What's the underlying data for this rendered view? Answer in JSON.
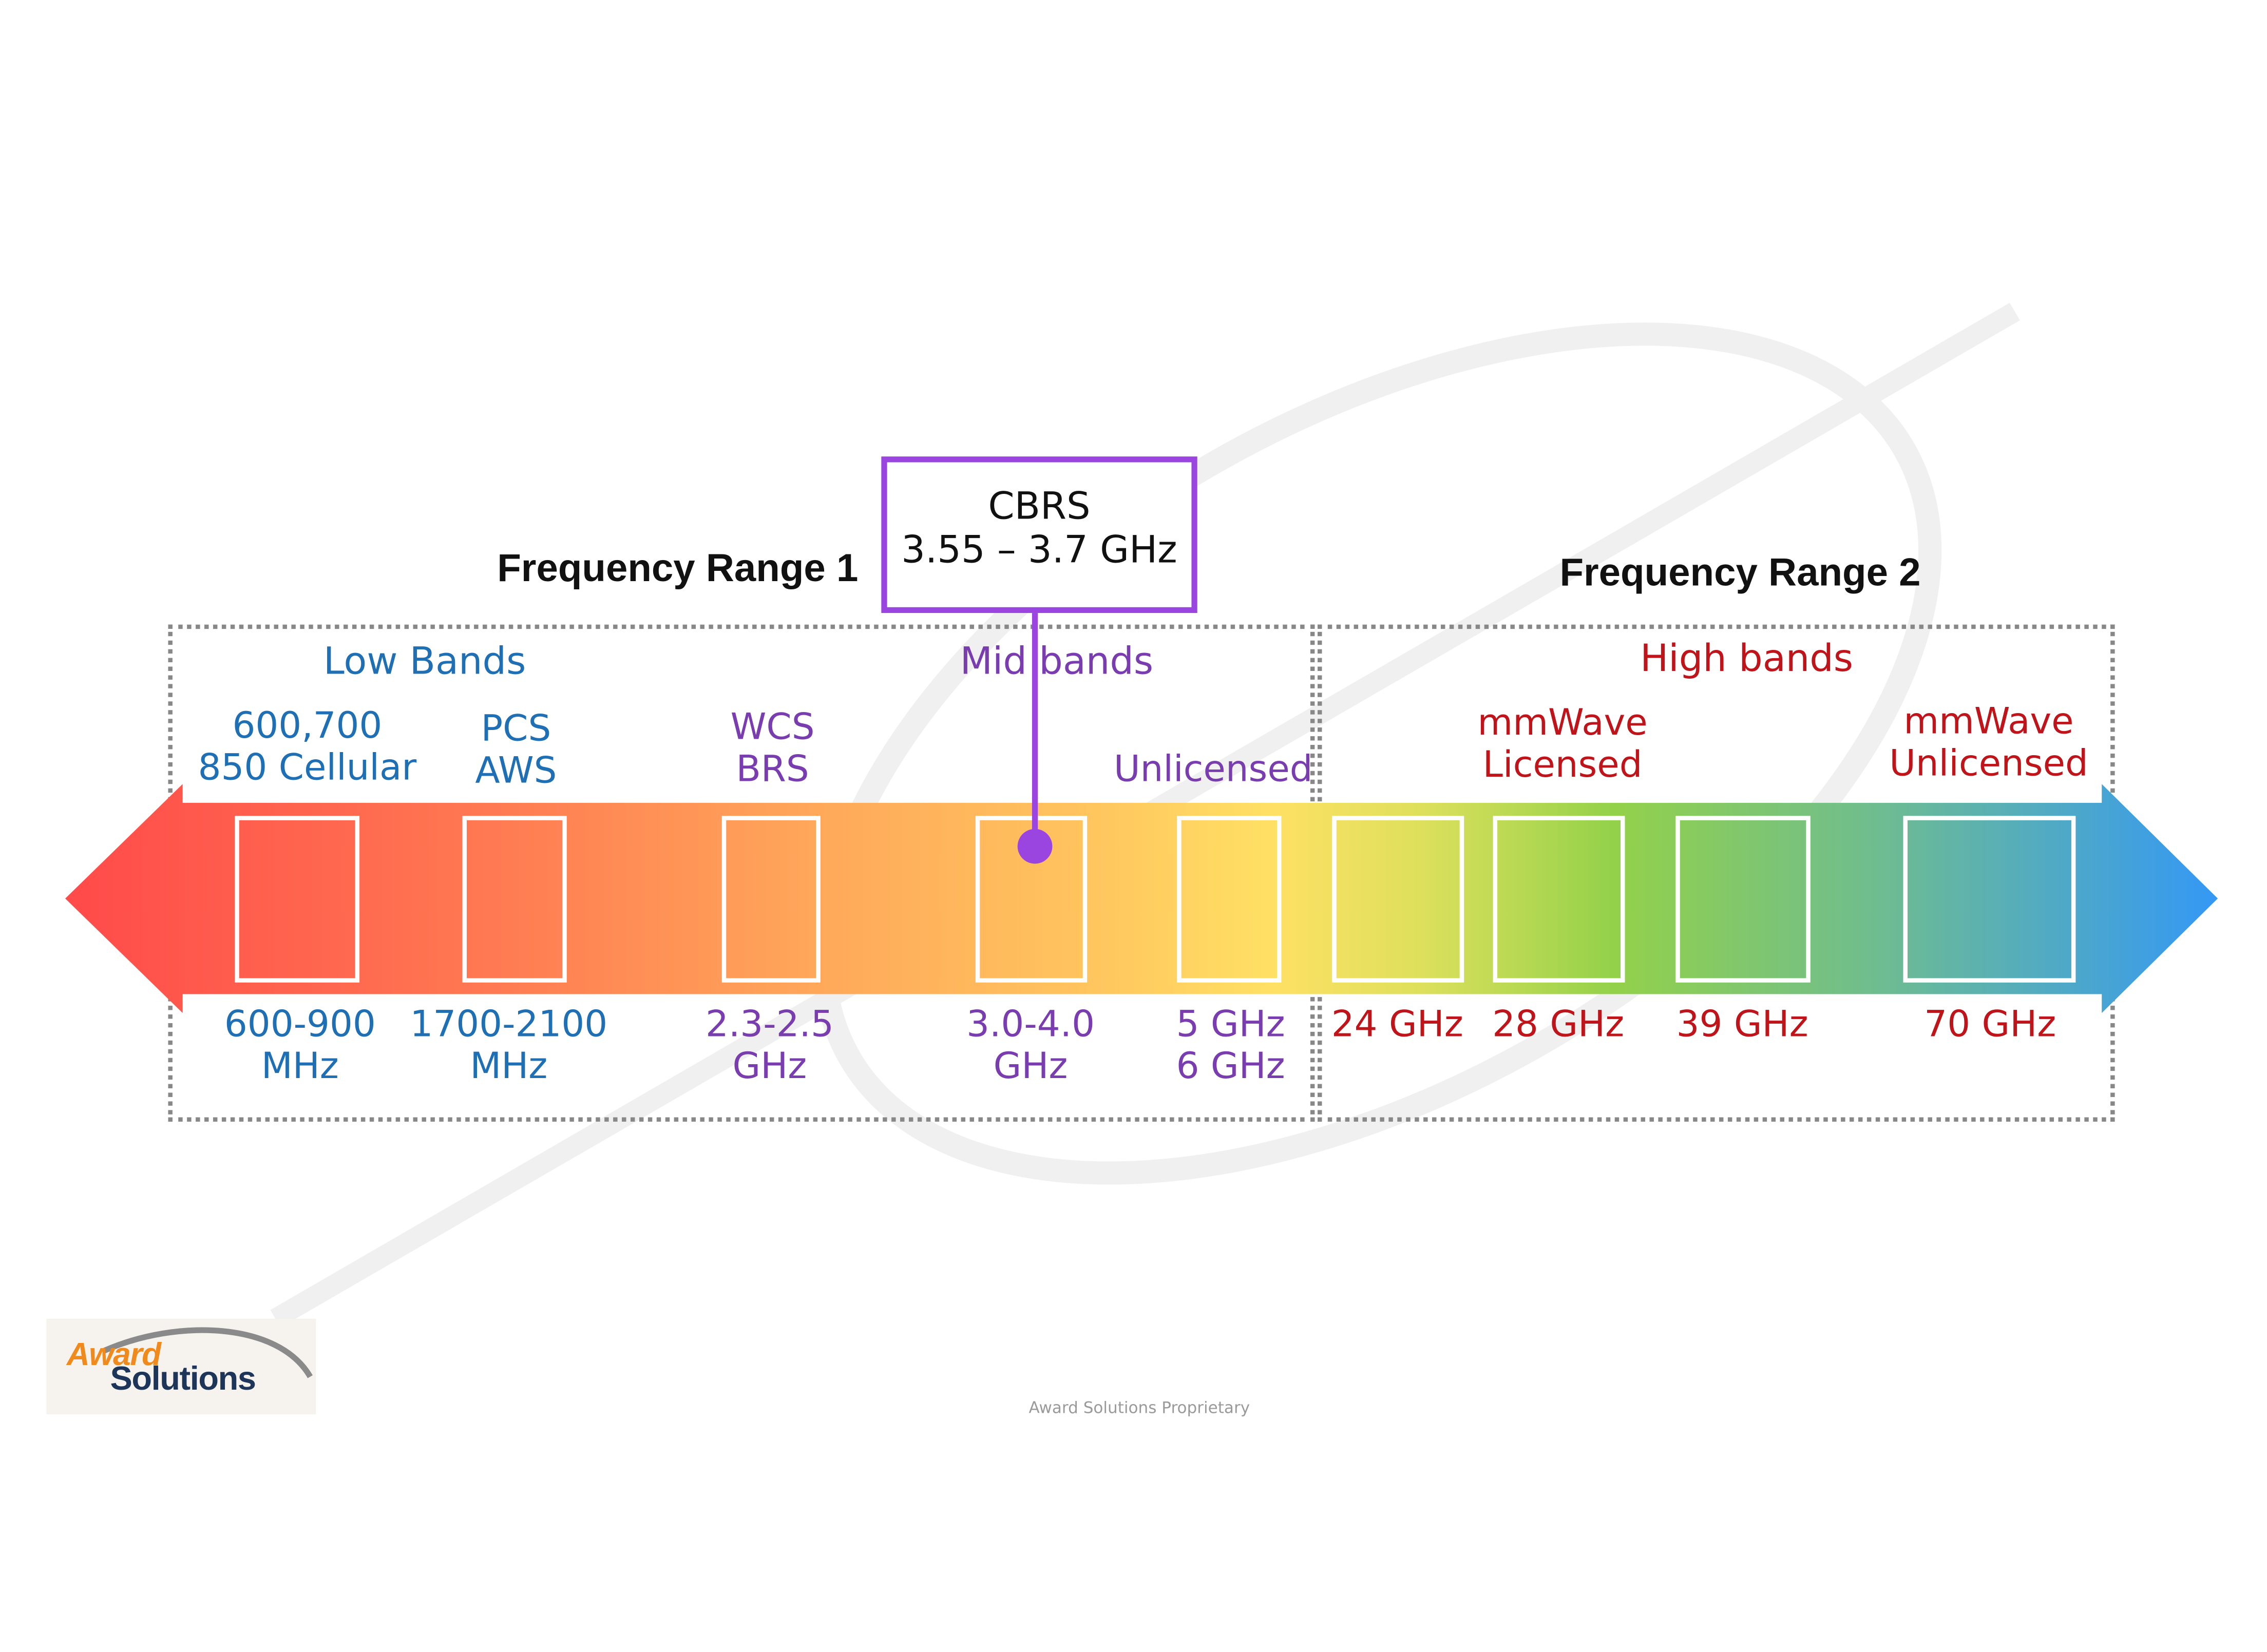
{
  "frequency_ranges": [
    {
      "title": "Frequency Range 1"
    },
    {
      "title": "Frequency Range 2"
    }
  ],
  "band_groups": {
    "low": "Low Bands",
    "mid": "Mid bands",
    "high": "High bands"
  },
  "callout": {
    "line1": "CBRS",
    "line2": "3.55 – 3.7 GHz"
  },
  "bands": [
    {
      "top": [
        "600,700",
        "850 Cellular"
      ],
      "bottom": [
        "600-900",
        "MHz"
      ],
      "color": "#1f6fb5"
    },
    {
      "top": [
        "PCS",
        "AWS"
      ],
      "bottom": [
        "1700-2100",
        "MHz"
      ],
      "color": "#1f6fb5"
    },
    {
      "top": [
        "WCS",
        "BRS"
      ],
      "bottom": [
        "2.3-2.5",
        "GHz"
      ],
      "color": "#7a3db0"
    },
    {
      "top": [],
      "bottom": [
        "3.0-4.0",
        "GHz"
      ],
      "color": "#7a3db0"
    },
    {
      "top": [
        "Unlicensed"
      ],
      "bottom": [
        "5 GHz",
        "6 GHz"
      ],
      "color": "#7a3db0"
    },
    {
      "top": [],
      "bottom": [
        "24 GHz"
      ],
      "color": "#c0141b"
    },
    {
      "top": [
        "mmWave",
        "Licensed"
      ],
      "bottom": [
        "28 GHz"
      ],
      "color": "#c0141b"
    },
    {
      "top": [],
      "bottom": [
        "39 GHz"
      ],
      "color": "#c0141b"
    },
    {
      "top": [
        "mmWave",
        "Unlicensed"
      ],
      "bottom": [
        "70 GHz"
      ],
      "color": "#c0141b"
    }
  ],
  "colors": {
    "low_text": "#1f6fb5",
    "mid_text": "#7a3db0",
    "high_text": "#c0141b",
    "callout_border": "#9b45e0",
    "arrow_gradient": [
      "#ff4a4a",
      "#ff8a55",
      "#ffb455",
      "#ffde5c",
      "#d6e05a",
      "#93d14a",
      "#6ebd8e",
      "#3f9ef0"
    ]
  },
  "watermark": "Award Solutions",
  "logo": {
    "word1": "Award",
    "word2": "Solutions"
  },
  "footer": "Award Solutions Proprietary"
}
